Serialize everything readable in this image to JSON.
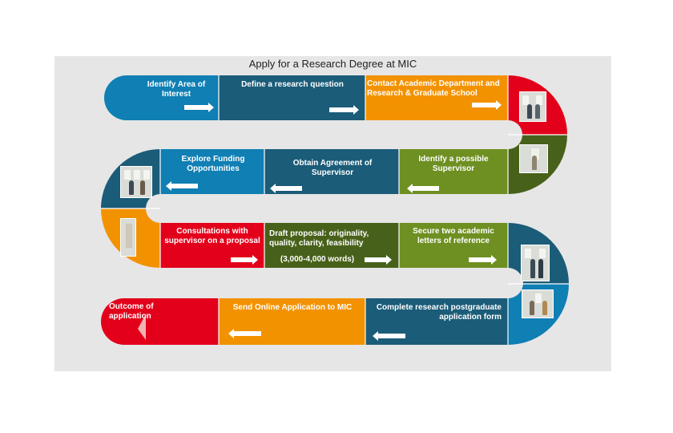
{
  "title": "Apply for a Research Degree at MIC",
  "colors": {
    "blue": "#0f7fb4",
    "teal": "#1b5c78",
    "orange": "#f39200",
    "red": "#e3001b",
    "green": "#6e8f21",
    "dark_green": "#48611a"
  },
  "steps": [
    {
      "text": "Identify Area of Interest"
    },
    {
      "text": "Define a research question"
    },
    {
      "text": "Contact Academic Department and Research & Graduate School"
    },
    {
      "text": "Identify a possible Supervisor"
    },
    {
      "text": "Obtain Agreement of Supervisor"
    },
    {
      "text": "Explore Funding Opportunities"
    },
    {
      "text": "Consultations with supervisor on a proposal"
    },
    {
      "text": "Draft proposal: originality, quality, clarity, feasibility",
      "subtext": "(3,000-4,000 words)"
    },
    {
      "text": "Secure two academic letters of reference"
    },
    {
      "text": "Complete research postgraduate application form"
    },
    {
      "text": "Send Online Application to MIC"
    },
    {
      "text": "Outcome of application"
    }
  ]
}
